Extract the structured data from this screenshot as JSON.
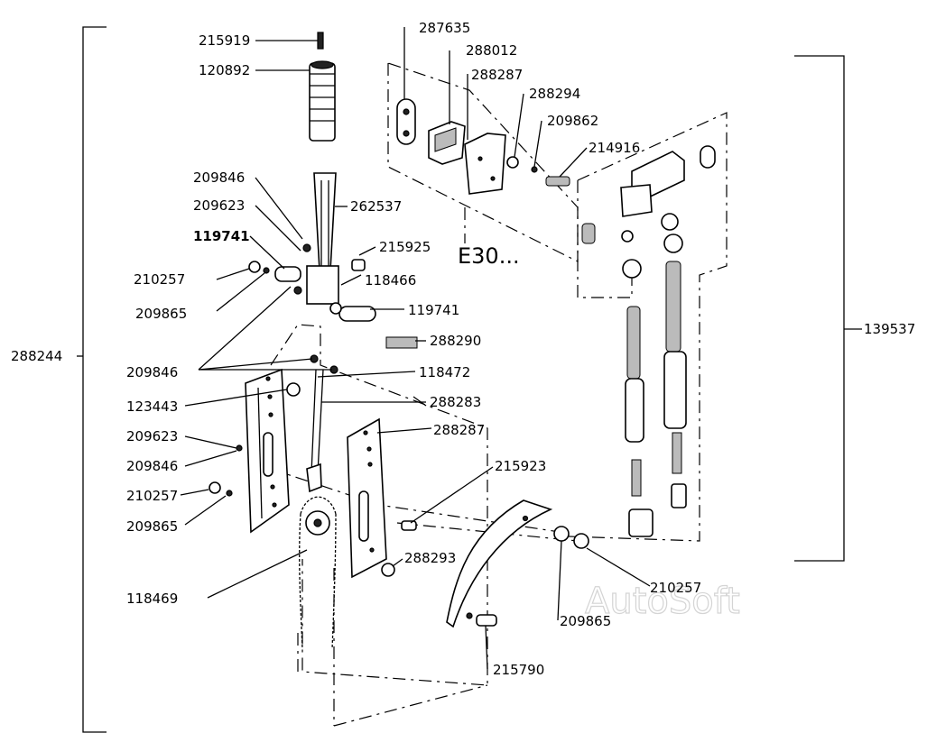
{
  "diagram": {
    "assembly_left": "288244",
    "assembly_right": "139537",
    "handwritten_note": "E30...",
    "watermark": "AutoSoft",
    "labels": {
      "l215919": "215919",
      "l120892": "120892",
      "l209846a": "209846",
      "l209623a": "209623",
      "l262537": "262537",
      "l119741a": "119741",
      "l215925": "215925",
      "l210257a": "210257",
      "l118466": "118466",
      "l209865a": "209865",
      "l119741b": "119741",
      "l288290": "288290",
      "l209846b": "209846",
      "l118472": "118472",
      "l123443": "123443",
      "l288283": "288283",
      "l209623b": "209623",
      "l288287b": "288287",
      "l209846c": "209846",
      "l210257b": "210257",
      "l209865b": "209865",
      "l215923": "215923",
      "l118469": "118469",
      "l288293": "288293",
      "l210257c": "210257",
      "l209865c": "209865",
      "l215790": "215790",
      "l287635": "287635",
      "l288012": "288012",
      "l288287a": "288287",
      "l288294": "288294",
      "l209862": "209862",
      "l214916": "214916"
    }
  }
}
